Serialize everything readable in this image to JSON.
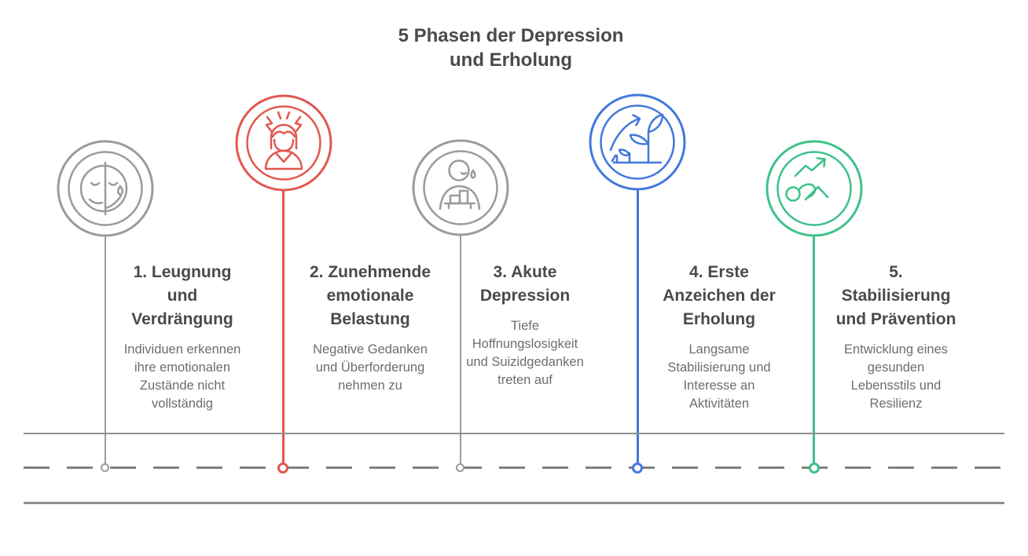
{
  "title": "5 Phasen der Depression und Erholung",
  "phases": [
    {
      "title": "1. Leugnung und Verdrängung",
      "description": "Individuen erkennen ihre emotionalen Zustände nicht vollständig",
      "icon": "half-happy-sad-face",
      "color": "#9b9b9b"
    },
    {
      "title": "2. Zunehmende emotionale Belastung",
      "description": "Negative Gedanken und Überforderung nehmen zu",
      "icon": "stressed-person",
      "color": "#e2574f"
    },
    {
      "title": "3. Akute Depression",
      "description": "Tiefe Hoffnungslosigkeit und Suizidgedanken treten auf",
      "icon": "slumped-person-with-tear",
      "color": "#9b9b9b"
    },
    {
      "title": "4. Erste Anzeichen der Erholung",
      "description": "Langsame Stabilisierung und Interesse an Aktivitäten",
      "icon": "sprouting-plant-growth-arrow",
      "color": "#4178dd"
    },
    {
      "title": "5. Stabilisierung und Prävention",
      "description": "Entwicklung eines gesunden Lebensstils und Resilienz",
      "icon": "situp-exercise-rising-arrow",
      "color": "#3ec189"
    }
  ],
  "road": {
    "line_color": "#8f8f8f",
    "dash_color": "#818181"
  },
  "text_colors": {
    "heading": "#4a4a4a",
    "description": "#6d6d6d"
  }
}
